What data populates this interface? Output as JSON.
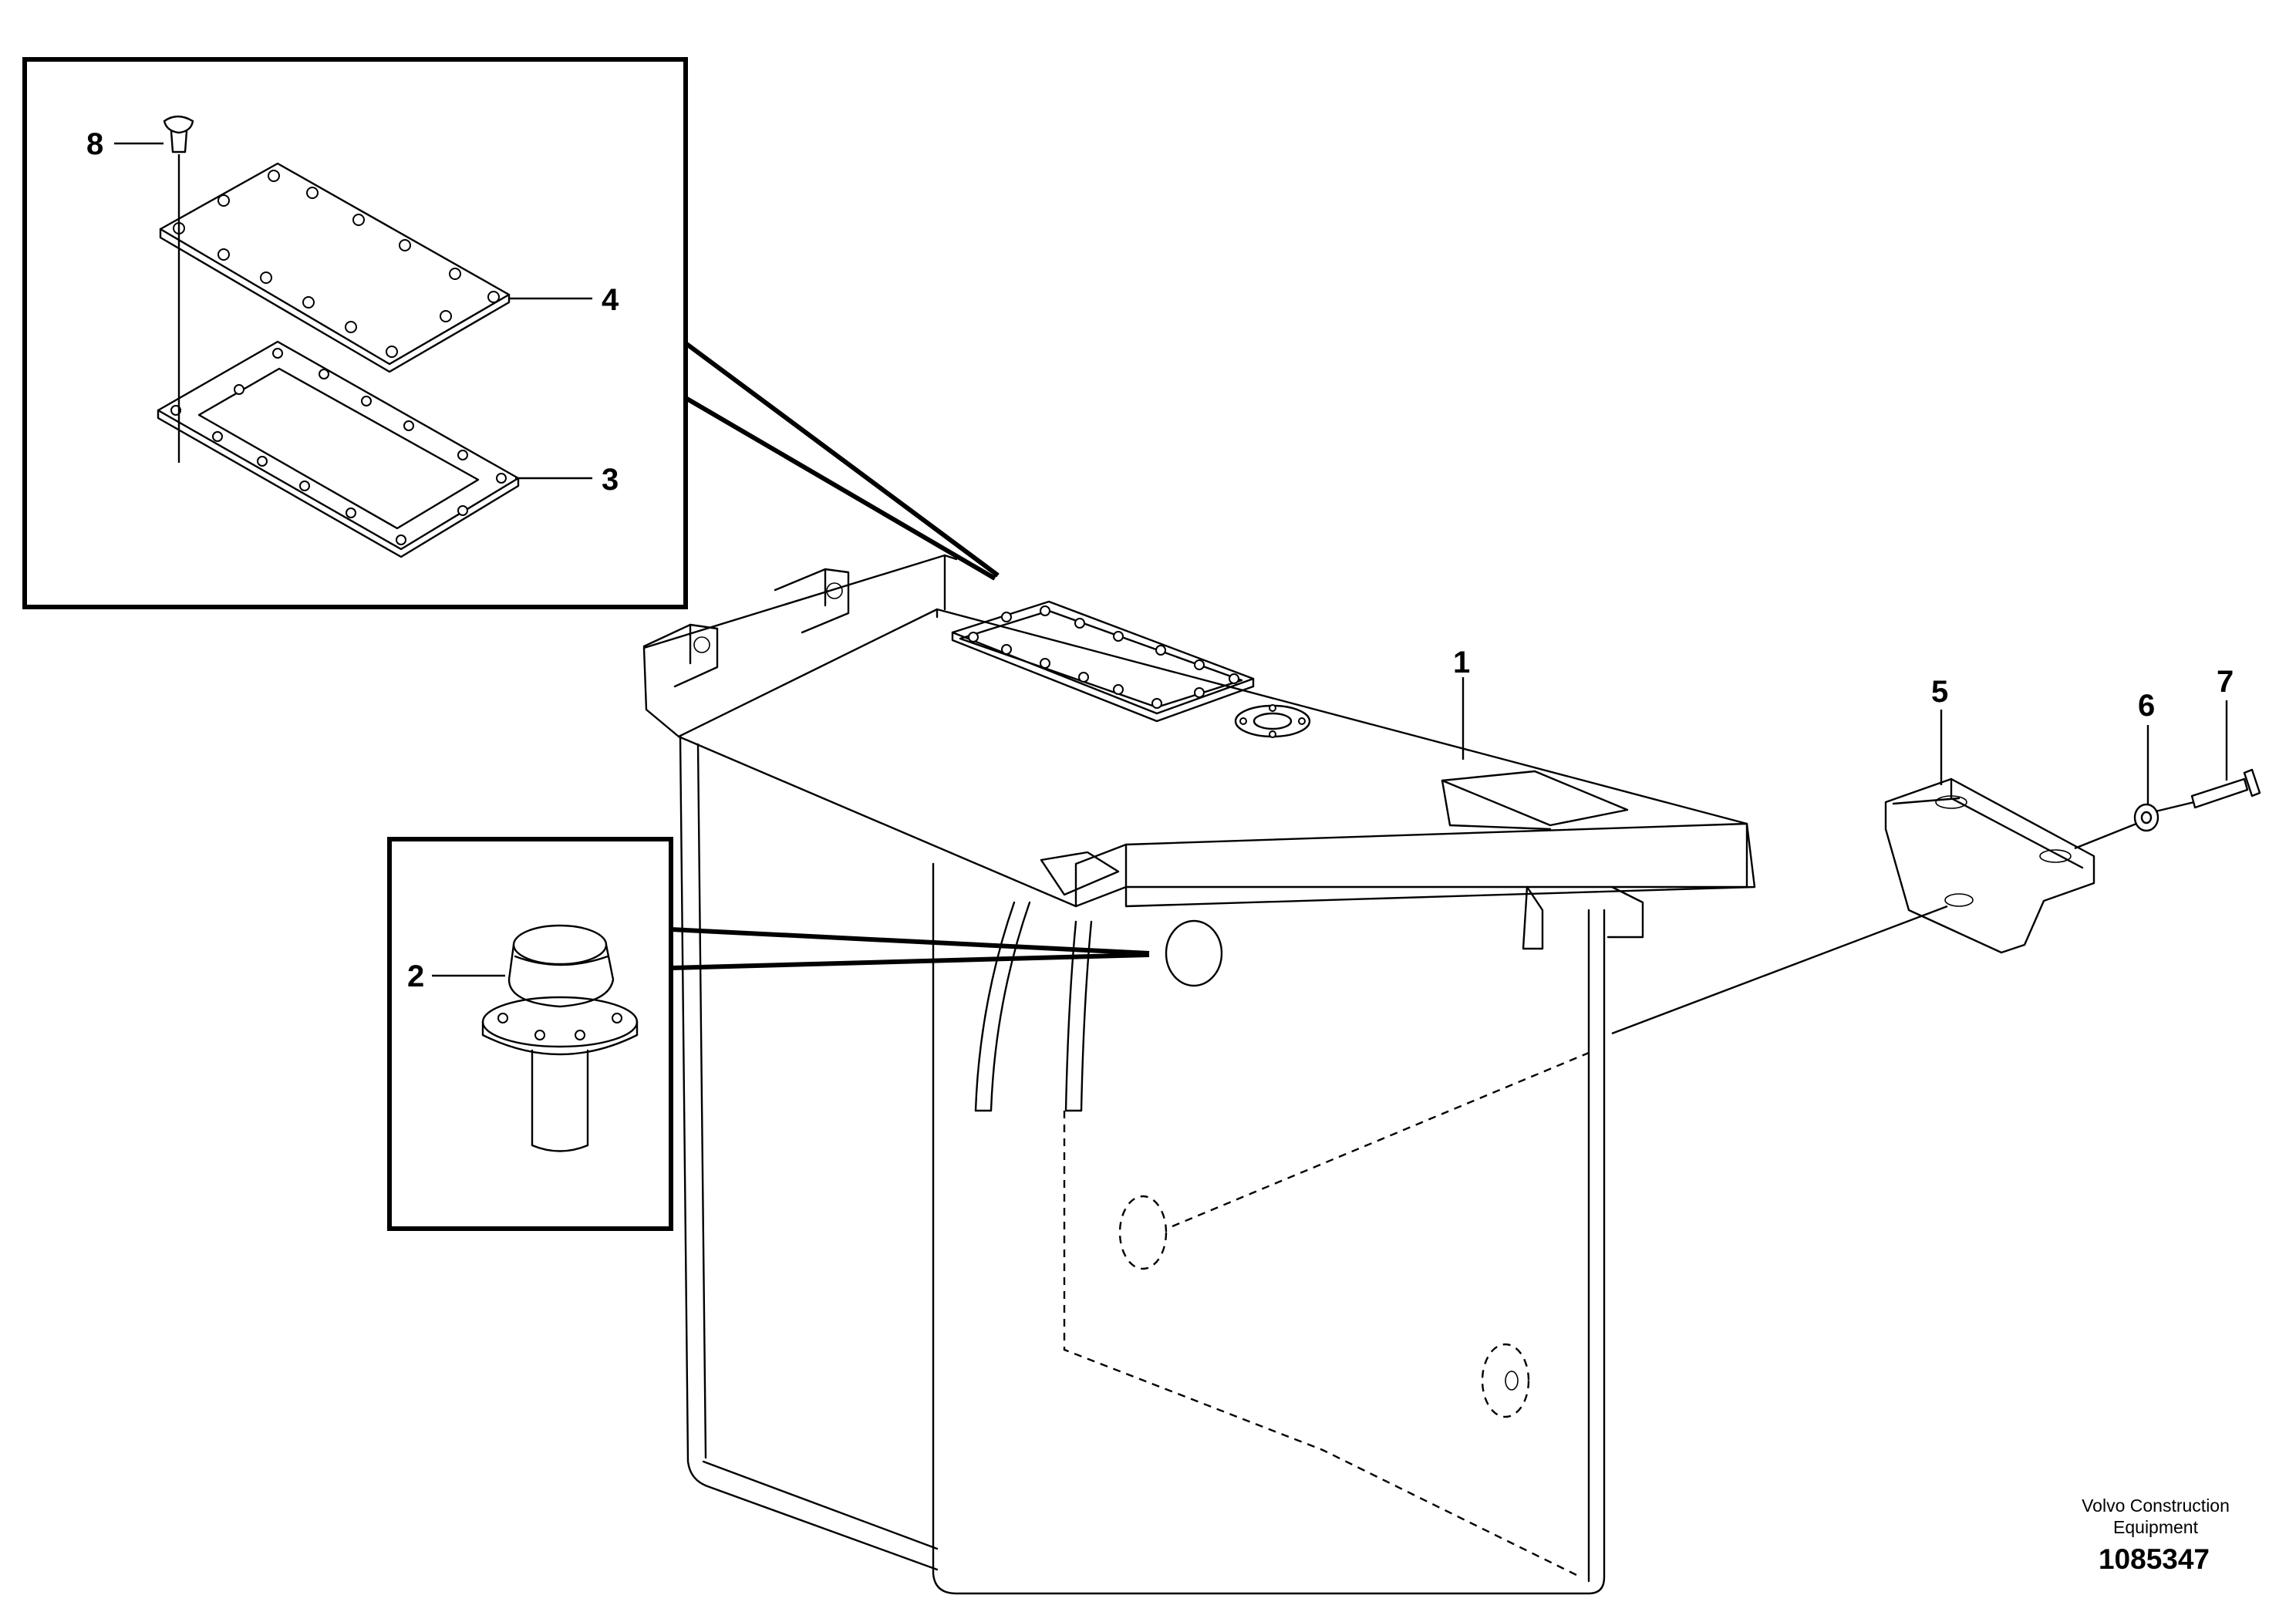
{
  "callouts": {
    "c1": "1",
    "c2": "2",
    "c3": "3",
    "c4": "4",
    "c5": "5",
    "c6": "6",
    "c7": "7",
    "c8": "8"
  },
  "credit": {
    "line1": "Volvo Construction",
    "line2": "Equipment"
  },
  "part_number": "1085347"
}
